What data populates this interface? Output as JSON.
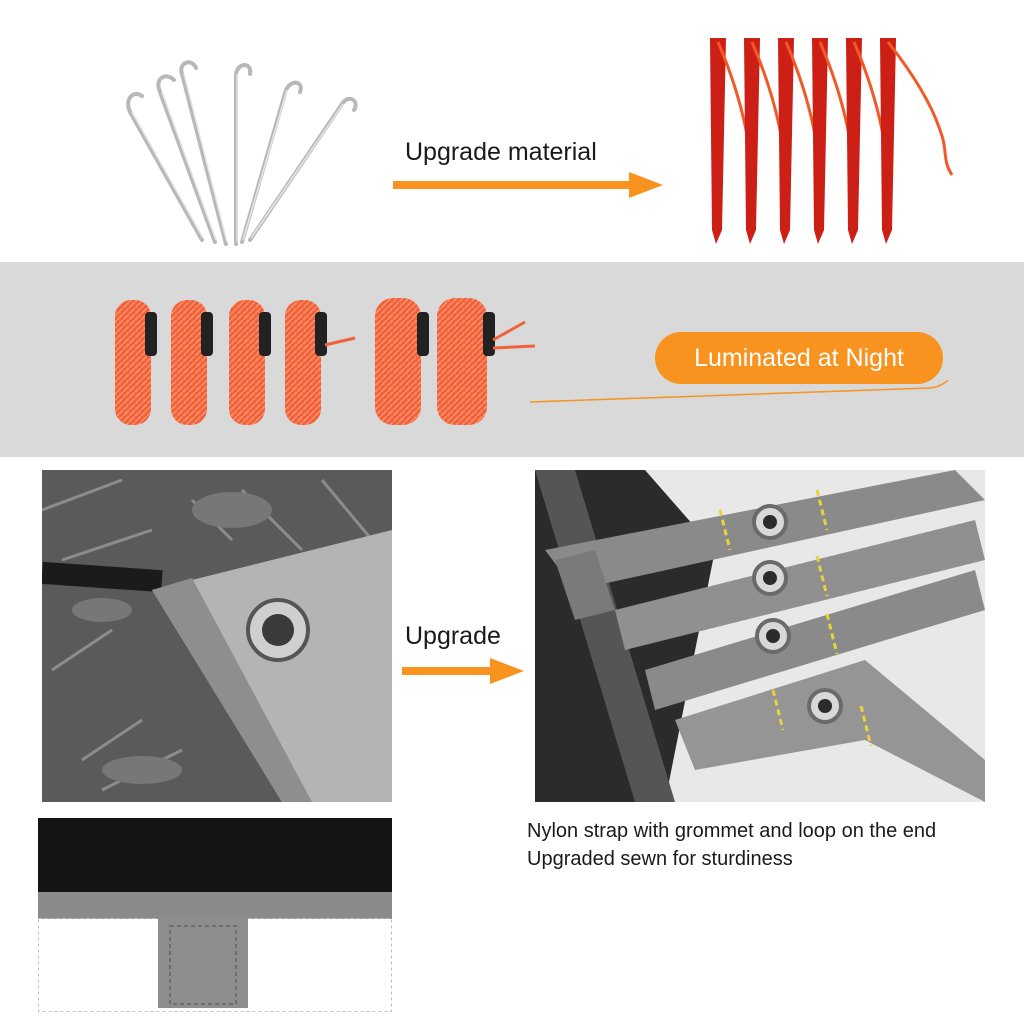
{
  "labels": {
    "upgrade_material": "Upgrade material",
    "luminated": "Luminated at Night",
    "upgrade": "Upgrade"
  },
  "captions": {
    "line1": "Nylon strap with grommet and loop on the end",
    "line2": "Upgraded sewn for sturdiness"
  },
  "colors": {
    "accent_orange": "#f7931e",
    "stake_red": "#cc1f16",
    "rope_orange": "#f2623a",
    "band_gray": "#d9d9d9"
  },
  "icons": {
    "arrow": "right-arrow-icon"
  }
}
